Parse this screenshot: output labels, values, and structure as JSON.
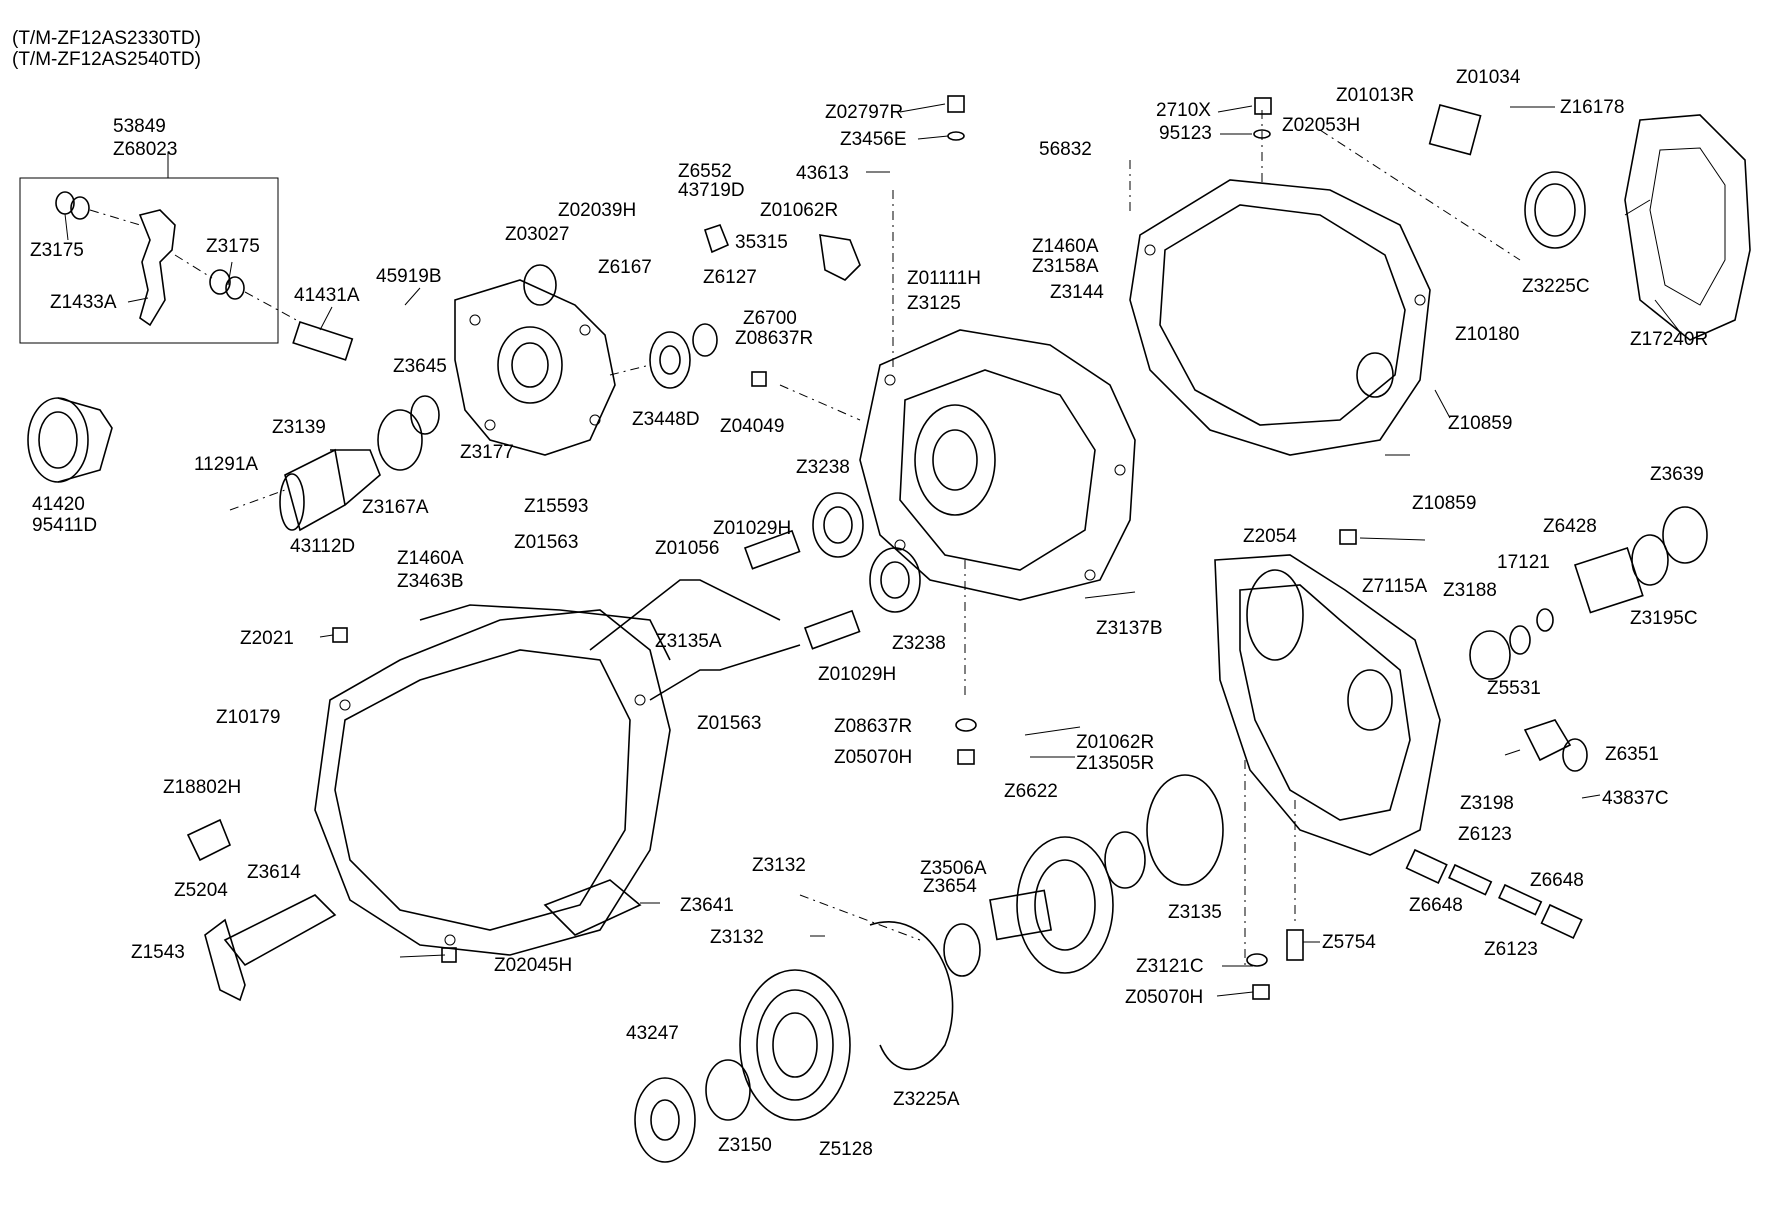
{
  "titles": [
    "(T/M-ZF12AS2330TD)",
    "(T/M-ZF12AS2540TD)"
  ],
  "labels": {
    "l53849": "53849",
    "lZ68023": "Z68023",
    "lZ3175a": "Z3175",
    "lZ3175b": "Z3175",
    "lZ1433A": "Z1433A",
    "l41431A": "41431A",
    "l45919B": "45919B",
    "lZ03027": "Z03027",
    "lZ02039H": "Z02039H",
    "lZ6167": "Z6167",
    "lZ6552": "Z6552",
    "l43719D": "43719D",
    "l35315": "35315",
    "lZ6127": "Z6127",
    "lZ6700": "Z6700",
    "lZ08637Ra": "Z08637R",
    "lZ02797R": "Z02797R",
    "lZ3456E": "Z3456E",
    "l43613": "43613",
    "lZ01062Ra": "Z01062R",
    "lZ01111H": "Z01111H",
    "lZ3125": "Z3125",
    "l2710X": "2710X",
    "l95123": "95123",
    "lZ01013R": "Z01013R",
    "lZ02053H": "Z02053H",
    "lZ01034": "Z01034",
    "lZ16178": "Z16178",
    "l56832": "56832",
    "lZ1460Aa": "Z1460A",
    "lZ3158A": "Z3158A",
    "lZ3144": "Z3144",
    "lZ3225C": "Z3225C",
    "lZ10180": "Z10180",
    "lZ17240R": "Z17240R",
    "lZ10859a": "Z10859",
    "lZ10859b": "Z10859",
    "lZ3645": "Z3645",
    "lZ3139": "Z3139",
    "lZ3177": "Z3177",
    "lZ3448D": "Z3448D",
    "lZ04049": "Z04049",
    "l41420": "41420",
    "l95411D": "95411D",
    "l11291A": "11291A",
    "lZ3167A": "Z3167A",
    "lZ15593": "Z15593",
    "l43112D": "43112D",
    "lZ3238a": "Z3238",
    "lZ3238b": "Z3238",
    "lZ01029Ha": "Z01029H",
    "lZ01029Hb": "Z01029H",
    "lZ01056": "Z01056",
    "lZ01563a": "Z01563",
    "lZ01563b": "Z01563",
    "lZ1460Ab": "Z1460A",
    "lZ3463B": "Z3463B",
    "lZ2021": "Z2021",
    "lZ3135A": "Z3135A",
    "lZ3137B": "Z3137B",
    "lZ2054": "Z2054",
    "lZ3639": "Z3639",
    "lZ6428": "Z6428",
    "l17121": "17121",
    "lZ7115A": "Z7115A",
    "lZ3188": "Z3188",
    "lZ3195C": "Z3195C",
    "lZ5531": "Z5531",
    "lZ10179": "Z10179",
    "lZ18802H": "Z18802H",
    "lZ08637Rb": "Z08637R",
    "lZ05070Ha": "Z05070H",
    "lZ01062Rb": "Z01062R",
    "lZ13505R": "Z13505R",
    "lZ6351": "Z6351",
    "lZ6622": "Z6622",
    "lZ3198": "Z3198",
    "l43837C": "43837C",
    "lZ5204": "Z5204",
    "lZ3614": "Z3614",
    "lZ3641": "Z3641",
    "lZ3132a": "Z3132",
    "lZ3132b": "Z3132",
    "lZ3506A": "Z3506A",
    "lZ3654": "Z3654",
    "lZ3135": "Z3135",
    "lZ6123a": "Z6123",
    "lZ6123b": "Z6123",
    "lZ6648a": "Z6648",
    "lZ6648b": "Z6648",
    "lZ1543": "Z1543",
    "lZ02045H": "Z02045H",
    "lZ5754": "Z5754",
    "lZ3121C": "Z3121C",
    "lZ05070Hb": "Z05070H",
    "l43247": "43247",
    "lZ3150": "Z3150",
    "lZ5128": "Z5128",
    "lZ3225A": "Z3225A"
  }
}
